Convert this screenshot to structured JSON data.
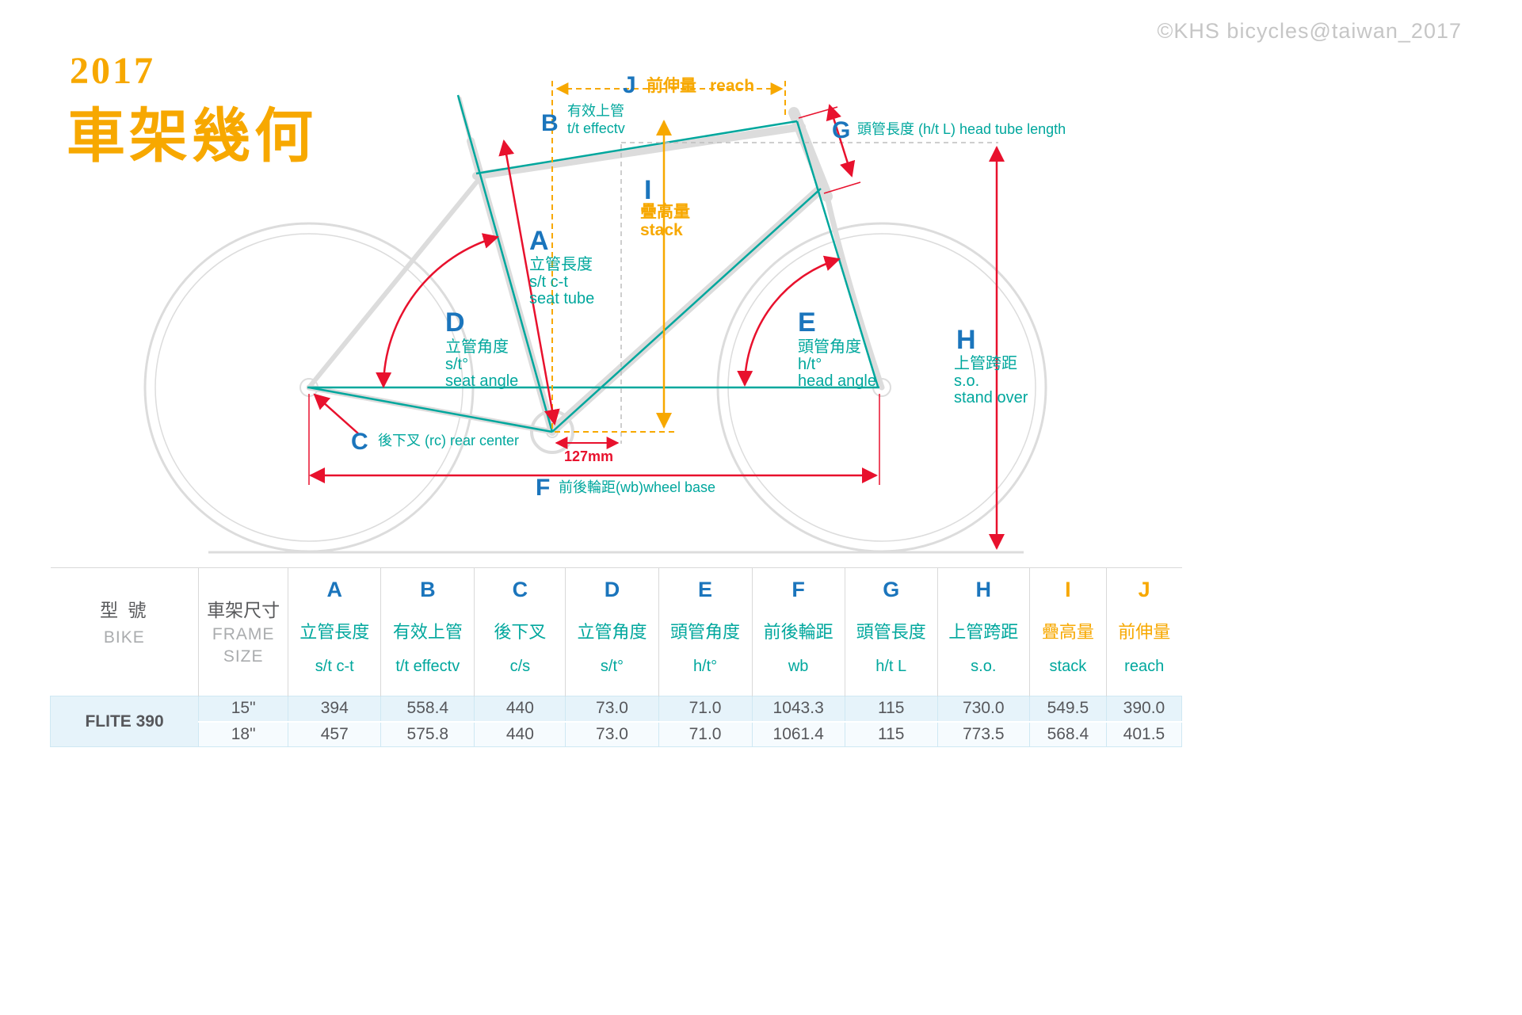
{
  "watermark": "©KHS bicycles@taiwan_2017",
  "title": {
    "year": "2017",
    "heading": "車架幾何"
  },
  "diagram": {
    "a": {
      "letter": "A",
      "zh": "立管長度",
      "sub": "s/t c-t",
      "en": "seat tube"
    },
    "b": {
      "letter": "B",
      "zh": "有效上管",
      "sub": "t/t effectv"
    },
    "c": {
      "letter": "C",
      "zh": "後下叉 (rc) rear center"
    },
    "d": {
      "letter": "D",
      "zh": "立管角度",
      "sub": "s/t°",
      "en": "seat angle"
    },
    "e": {
      "letter": "E",
      "zh": "頭管角度",
      "sub": "h/t°",
      "en": "head angle"
    },
    "f": {
      "letter": "F",
      "zh": "前後輪距(wb)wheel base"
    },
    "g": {
      "letter": "G",
      "zh": "頭管長度 (h/t L) head tube length"
    },
    "h": {
      "letter": "H",
      "zh": "上管跨距",
      "sub": "s.o.",
      "en": "stand over"
    },
    "i": {
      "letter": "I",
      "zh": "疊高量",
      "sub": "stack"
    },
    "j": {
      "letter": "J",
      "zh": "前伸量",
      "sub": "reach"
    },
    "bb_offset": "127mm"
  },
  "table": {
    "model_header": {
      "zh": "型 號",
      "en": "BIKE"
    },
    "size_header": {
      "zh": "車架尺寸",
      "en1": "FRAME",
      "en2": "SIZE"
    },
    "columns": [
      {
        "letter": "A",
        "zh": "立管長度",
        "sub": "s/t c-t"
      },
      {
        "letter": "B",
        "zh": "有效上管",
        "sub": "t/t effectv"
      },
      {
        "letter": "C",
        "zh": "後下叉",
        "sub": "c/s"
      },
      {
        "letter": "D",
        "zh": "立管角度",
        "sub": "s/t°"
      },
      {
        "letter": "E",
        "zh": "頭管角度",
        "sub": "h/t°"
      },
      {
        "letter": "F",
        "zh": "前後輪距",
        "sub": "wb"
      },
      {
        "letter": "G",
        "zh": "頭管長度",
        "sub": "h/t L"
      },
      {
        "letter": "H",
        "zh": "上管跨距",
        "sub": "s.o."
      },
      {
        "letter": "I",
        "zh": "疊高量",
        "sub": "stack"
      },
      {
        "letter": "J",
        "zh": "前伸量",
        "sub": "reach"
      }
    ],
    "model": "FLITE 390",
    "rows": [
      {
        "size": "15\"",
        "values": [
          "394",
          "558.4",
          "440",
          "73.0",
          "71.0",
          "1043.3",
          "115",
          "730.0",
          "549.5",
          "390.0"
        ]
      },
      {
        "size": "18\"",
        "values": [
          "457",
          "575.8",
          "440",
          "73.0",
          "71.0",
          "1061.4",
          "115",
          "773.5",
          "568.4",
          "401.5"
        ]
      }
    ]
  },
  "colors": {
    "orange": "#F7A800",
    "teal": "#00A79D",
    "blue": "#1B75BC",
    "red": "#E8112D",
    "gray": "#DCDCDC"
  }
}
